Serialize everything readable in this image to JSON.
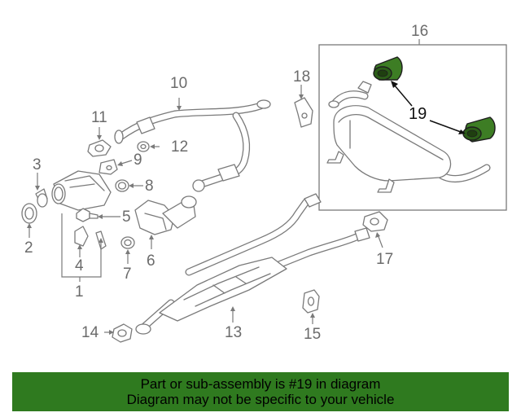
{
  "diagram": {
    "callouts": [
      {
        "id": "c1",
        "text": "1"
      },
      {
        "id": "c2",
        "text": "2"
      },
      {
        "id": "c3",
        "text": "3"
      },
      {
        "id": "c4",
        "text": "4"
      },
      {
        "id": "c5",
        "text": "5"
      },
      {
        "id": "c6",
        "text": "6"
      },
      {
        "id": "c7",
        "text": "7"
      },
      {
        "id": "c8",
        "text": "8"
      },
      {
        "id": "c9",
        "text": "9"
      },
      {
        "id": "c10",
        "text": "10"
      },
      {
        "id": "c11",
        "text": "11"
      },
      {
        "id": "c12",
        "text": "12"
      },
      {
        "id": "c13",
        "text": "13"
      },
      {
        "id": "c14",
        "text": "14"
      },
      {
        "id": "c15",
        "text": "15"
      },
      {
        "id": "c16",
        "text": "16"
      },
      {
        "id": "c17",
        "text": "17"
      },
      {
        "id": "c18",
        "text": "18"
      },
      {
        "id": "c19",
        "text": "19"
      }
    ],
    "highlight_color": "#3d7d24",
    "line_color": "#7a7a7a"
  },
  "banner": {
    "line1": "Part or sub-assembly is #19 in diagram",
    "line2": "Diagram may not be specific to your vehicle",
    "background": "#2f7a1f"
  }
}
